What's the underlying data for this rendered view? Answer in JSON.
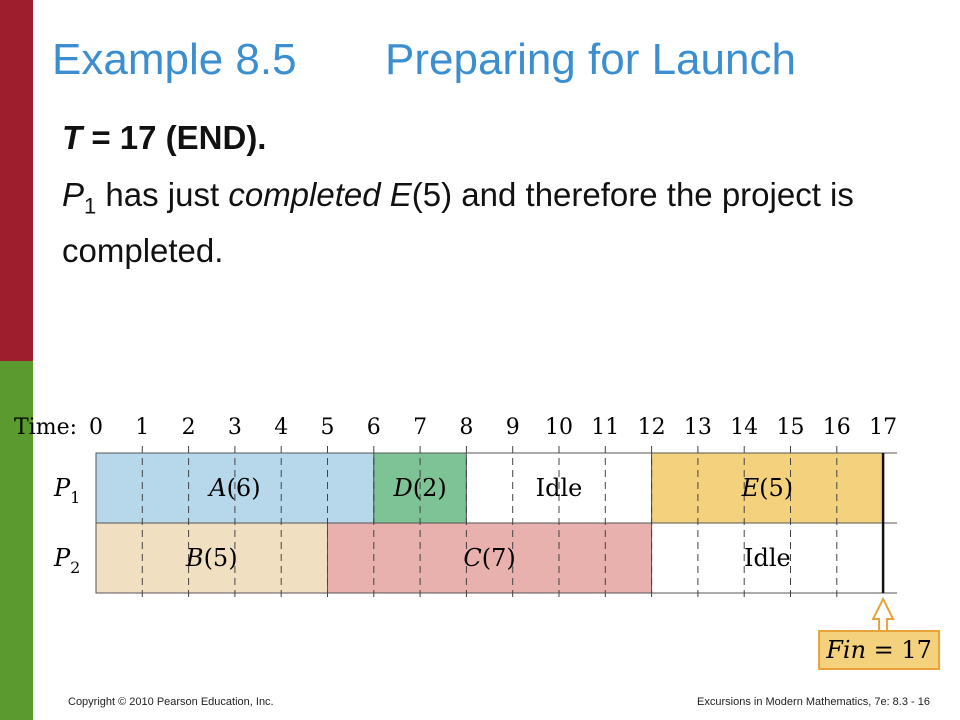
{
  "slide": {
    "title_example": "Example 8.5",
    "title_name": "Preparing for Launch",
    "line1_t": "T",
    "line1_rest": " = 17 (END).",
    "para": {
      "p": "P",
      "p_sub": "1",
      "text_a": " has just ",
      "completed": "completed",
      "text_b": " ",
      "e": "E",
      "text_c": "(5) and therefore the project is completed."
    }
  },
  "schedule": {
    "time_label": "Time:",
    "times": [
      "0",
      "1",
      "2",
      "3",
      "4",
      "5",
      "6",
      "7",
      "8",
      "9",
      "10",
      "11",
      "12",
      "13",
      "14",
      "15",
      "16",
      "17"
    ],
    "rows": [
      {
        "name": "P",
        "sub": "1",
        "tasks": [
          {
            "label": "A",
            "paren": "(6)",
            "start": 0,
            "end": 6,
            "color": "#b7d8ea",
            "italic": true
          },
          {
            "label": "D",
            "paren": "(2)",
            "start": 6,
            "end": 8,
            "color": "#7ec395",
            "italic": true
          },
          {
            "label": "Idle",
            "paren": "",
            "start": 8,
            "end": 12,
            "color": "#ffffff",
            "italic": false
          },
          {
            "label": "E",
            "paren": "(5)",
            "start": 12,
            "end": 17,
            "color": "#f4d27d",
            "italic": true
          }
        ]
      },
      {
        "name": "P",
        "sub": "2",
        "tasks": [
          {
            "label": "B",
            "paren": "(5)",
            "start": 0,
            "end": 5,
            "color": "#f1dfc1",
            "italic": true
          },
          {
            "label": "C",
            "paren": "(7)",
            "start": 5,
            "end": 12,
            "color": "#e8b1ae",
            "italic": true
          },
          {
            "label": "Idle",
            "paren": "",
            "start": 12,
            "end": 17,
            "color": "#ffffff",
            "italic": false
          }
        ]
      }
    ],
    "fin": {
      "label": "Fin",
      "value": "= 17",
      "time": 17,
      "box_color": "#f4d27d",
      "border_color": "#e8a23a"
    }
  },
  "footer": {
    "left": "Copyright © 2010 Pearson Education, Inc.",
    "right": "Excursions in Modern Mathematics, 7e: 8.3 - 16"
  }
}
